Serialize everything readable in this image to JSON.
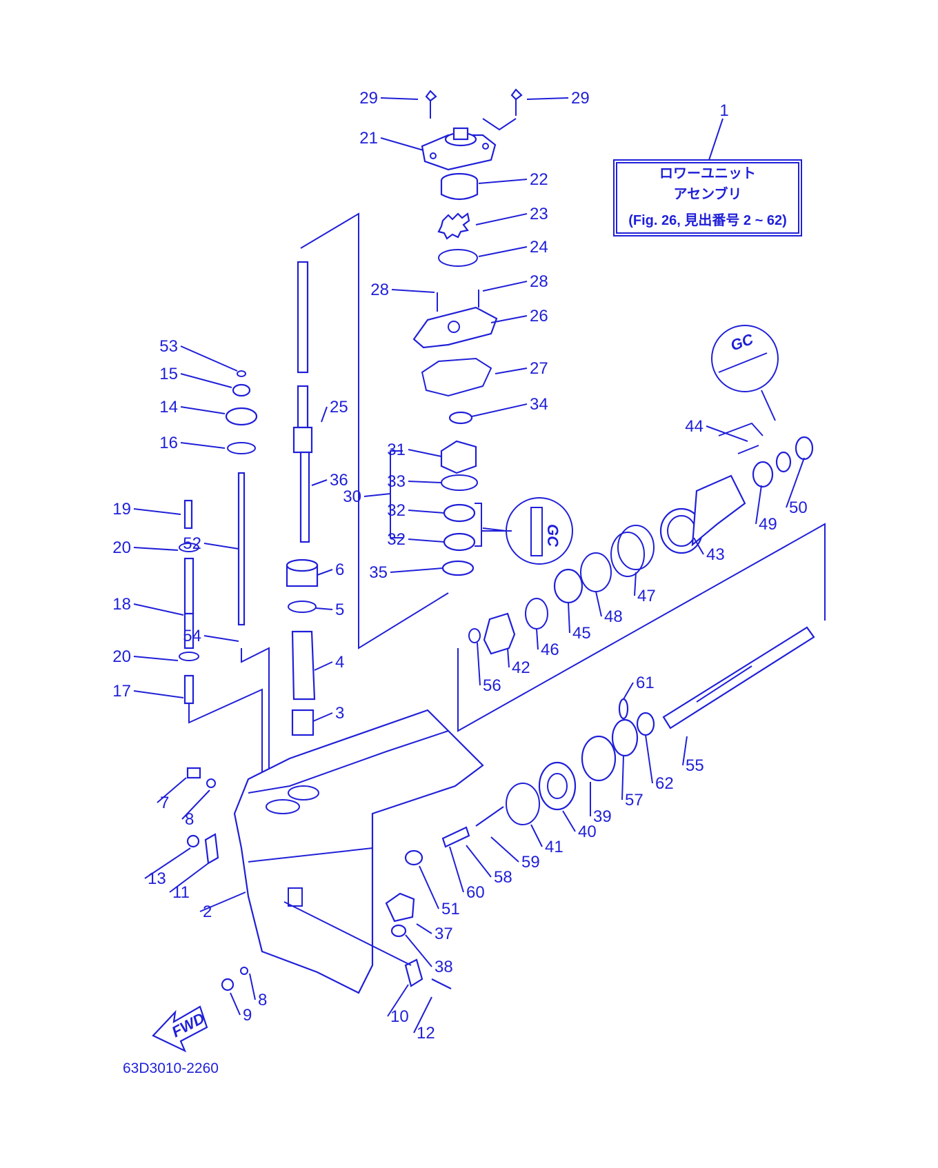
{
  "assembly_box": {
    "callout": "1",
    "line1": "ロワーユニット",
    "line2": "アセンブリ",
    "line3": "(Fig. 26, 見出番号 2 ~ 62)"
  },
  "drawing_code": "63D3010-2260",
  "fwd_label": "FWD",
  "grease_mark": "GC",
  "colors": {
    "ink": "#1f1fd8",
    "background": "#ffffff"
  },
  "callouts": [
    {
      "text": "29"
    },
    {
      "text": "29"
    },
    {
      "text": "21"
    },
    {
      "text": "22"
    },
    {
      "text": "23"
    },
    {
      "text": "24"
    },
    {
      "text": "28"
    },
    {
      "text": "28"
    },
    {
      "text": "26"
    },
    {
      "text": "27"
    },
    {
      "text": "34"
    },
    {
      "text": "53"
    },
    {
      "text": "15"
    },
    {
      "text": "14"
    },
    {
      "text": "25"
    },
    {
      "text": "16"
    },
    {
      "text": "36"
    },
    {
      "text": "31"
    },
    {
      "text": "33"
    },
    {
      "text": "30"
    },
    {
      "text": "32"
    },
    {
      "text": "32"
    },
    {
      "text": "19"
    },
    {
      "text": "20"
    },
    {
      "text": "52"
    },
    {
      "text": "35"
    },
    {
      "text": "6"
    },
    {
      "text": "5"
    },
    {
      "text": "18"
    },
    {
      "text": "54"
    },
    {
      "text": "20"
    },
    {
      "text": "4"
    },
    {
      "text": "17"
    },
    {
      "text": "3"
    },
    {
      "text": "44"
    },
    {
      "text": "50"
    },
    {
      "text": "49"
    },
    {
      "text": "43"
    },
    {
      "text": "47"
    },
    {
      "text": "48"
    },
    {
      "text": "45"
    },
    {
      "text": "46"
    },
    {
      "text": "42"
    },
    {
      "text": "56"
    },
    {
      "text": "61"
    },
    {
      "text": "55"
    },
    {
      "text": "62"
    },
    {
      "text": "57"
    },
    {
      "text": "39"
    },
    {
      "text": "40"
    },
    {
      "text": "41"
    },
    {
      "text": "59"
    },
    {
      "text": "58"
    },
    {
      "text": "60"
    },
    {
      "text": "51"
    },
    {
      "text": "37"
    },
    {
      "text": "38"
    },
    {
      "text": "7"
    },
    {
      "text": "8"
    },
    {
      "text": "13"
    },
    {
      "text": "11"
    },
    {
      "text": "2"
    },
    {
      "text": "8"
    },
    {
      "text": "9"
    },
    {
      "text": "10"
    },
    {
      "text": "12"
    }
  ]
}
